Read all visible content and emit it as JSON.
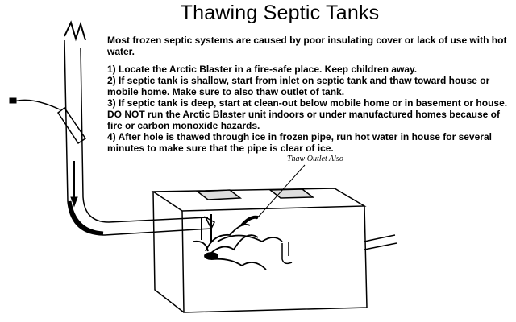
{
  "title": "Thawing Septic Tanks",
  "intro_lines": [
    "Most frozen septic systems are caused by poor insulating cover or lack of use with hot",
    "water."
  ],
  "steps": [
    [
      "1) Locate the Arctic Blaster in a fire-safe place. Keep children away."
    ],
    [
      "2) If septic tank is shallow, start from inlet on septic tank and thaw toward house or",
      "mobile home. Make sure to also thaw outlet of tank."
    ],
    [
      "3) If septic tank is deep, start at clean-out below mobile home or in basement or house.",
      "DO NOT run the Arctic Blaster unit indoors or under manufactured homes because of",
      "fire or carbon monoxide hazards."
    ],
    [
      "4) After hole is thawed through ice in frozen pipe, run hot water in house for several",
      "minutes to make sure that the pipe is clear of ice."
    ]
  ],
  "diagram": {
    "callout": "Thaw Outlet Also"
  }
}
